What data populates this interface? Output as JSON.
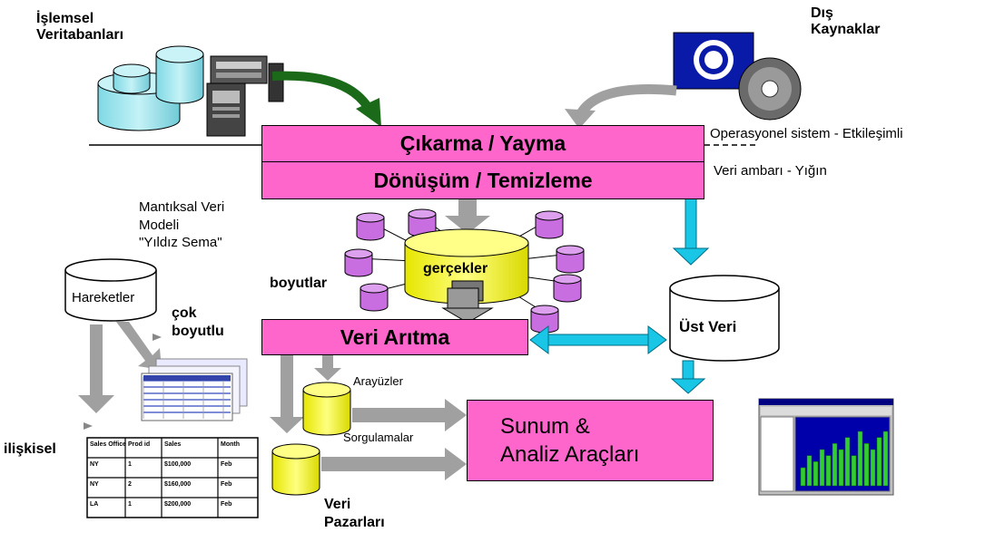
{
  "sources": {
    "operational_db_label": "İşlemsel\nVeritabanları",
    "external_label": "Dış\nKaynaklar"
  },
  "process": {
    "extract_label": "Çıkarma / Yayma",
    "transform_label": "Dönüşüm / Temizleme"
  },
  "side_notes": {
    "operational": "Operasyonel sistem - Etkileşimli",
    "warehouse": "Veri ambarı - Yığın"
  },
  "model": {
    "logical_model_label": "Mantıksal Veri\nModeli\n\"Yıldız Sema\"",
    "facts_label": "gerçekler",
    "dimensions_label": "boyutlar"
  },
  "metadata_label": "Üst Veri",
  "transactions_label": "Hareketler",
  "multidim_label": "çok\nboyutlu",
  "relational_label": "ilişkisel",
  "refine_label": "Veri Arıtma",
  "interfaces_label": "Arayüzler",
  "queries_label": "Sorgulamalar",
  "datamarts_label": "Veri\nPazarları",
  "presentation_label": "Sunum &\nAnaliz Araçları",
  "relational_table": {
    "headers": [
      "Sales Office",
      "Prod id",
      "Sales",
      "Month"
    ],
    "rows": [
      [
        "NY",
        "1",
        "$100,000",
        "Feb"
      ],
      [
        "NY",
        "2",
        "$160,000",
        "Feb"
      ],
      [
        "LA",
        "1",
        "$200,000",
        "Feb"
      ]
    ]
  },
  "chart_thumbnail": {
    "bar_values": [
      3,
      5,
      4,
      6,
      5,
      7,
      6,
      8,
      5,
      9,
      7,
      6,
      8,
      9
    ]
  },
  "colors": {
    "pink": "#ff66cc",
    "cyan": "#19c6e6",
    "yellow": "#ffff55",
    "purple": "#c86ee0",
    "gray_arrow": "#a0a0a0",
    "db_blue": "#99e5ee"
  }
}
